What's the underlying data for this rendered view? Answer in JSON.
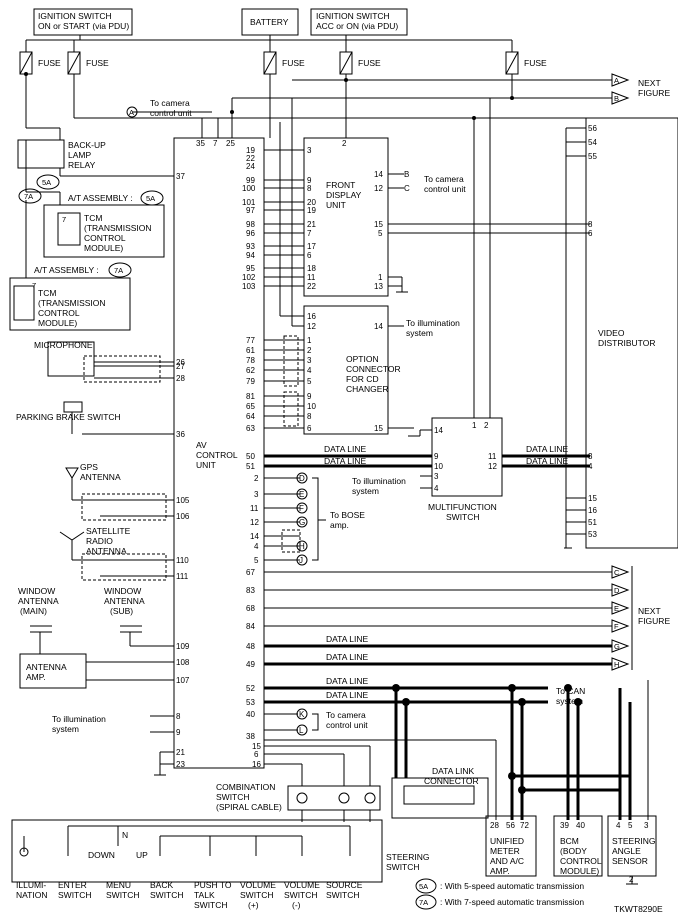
{
  "top": {
    "ign_on_start": [
      "IGNITION SWITCH",
      "ON or START (via PDU)"
    ],
    "battery": "BATTERY",
    "ign_acc_on": [
      "IGNITION SWITCH",
      "ACC or ON (via PDU)"
    ],
    "fuse": "FUSE",
    "next_figure": [
      "NEXT",
      "FIGURE"
    ],
    "conn_A": "A",
    "conn_B": "B"
  },
  "left": {
    "camera_label": [
      "To camera",
      "control unit"
    ],
    "relay": [
      "BACK-UP",
      "LAMP",
      "RELAY"
    ],
    "conn_5A": "5A",
    "conn_7A": "7A",
    "at_assembly_5A": "A/T ASSEMBLY :",
    "at_assembly_7A": "A/T ASSEMBLY :",
    "tcm1": [
      "TCM",
      "(TRANSMISSION",
      "CONTROL",
      "MODULE)"
    ],
    "tcm2": [
      "TCM",
      "(TRANSMISSION",
      "CONTROL",
      "MODULE)"
    ],
    "pin7": "7",
    "microphone": "MICROPHONE",
    "parking_brake": "PARKING BRAKE SWITCH",
    "gps": [
      "GPS",
      "ANTENNA"
    ],
    "satellite": [
      "SATELLITE",
      "RADIO",
      "ANTENNA"
    ],
    "window_main": [
      "WINDOW",
      "ANTENNA",
      "(MAIN)"
    ],
    "window_sub": [
      "WINDOW",
      "ANTENNA",
      "(SUB)"
    ],
    "antenna_amp": [
      "ANTENNA",
      "AMP."
    ],
    "to_illum": [
      "To illumination",
      "system"
    ]
  },
  "av_unit": {
    "name": [
      "AV",
      "CONTROL",
      "UNIT"
    ],
    "top_pins": [
      "35",
      "7",
      "25"
    ],
    "left_pins": [
      "37",
      "26",
      "28",
      "27",
      "36",
      "105",
      "106",
      "110",
      "111",
      "109",
      "108",
      "107",
      "8",
      "9",
      "21",
      "23"
    ],
    "right_pins": [
      "19",
      "22",
      "24",
      "99",
      "100",
      "101",
      "97",
      "98",
      "96",
      "93",
      "94",
      "95",
      "102",
      "103",
      "77",
      "61",
      "78",
      "62",
      "79",
      "81",
      "65",
      "64",
      "63",
      "50",
      "51",
      "2",
      "3",
      "11",
      "12",
      "14",
      "4",
      "5",
      "67",
      "83",
      "68",
      "84",
      "48",
      "49",
      "52",
      "53",
      "40",
      "38",
      "15",
      "6",
      "16"
    ]
  },
  "front_display": {
    "name": [
      "FRONT",
      "DISPLAY",
      "UNIT"
    ],
    "pins": [
      "2",
      "3",
      "9",
      "8",
      "20",
      "19",
      "21",
      "7",
      "17",
      "6",
      "18",
      "11",
      "22",
      "14",
      "12",
      "15",
      "5",
      "1",
      "13"
    ],
    "camera": [
      "To camera",
      "control unit"
    ]
  },
  "option_connector": {
    "name": [
      "OPTION",
      "CONNECTOR",
      "FOR CD",
      "CHANGER"
    ],
    "pins": [
      "16",
      "12",
      "1",
      "2",
      "3",
      "4",
      "5",
      "9",
      "10",
      "8",
      "6",
      "14",
      "15"
    ],
    "illum": [
      "To illumination",
      "system"
    ]
  },
  "multifunction": {
    "name": [
      "MULTIFUNCTION",
      "SWITCH"
    ],
    "pins": [
      "14",
      "1",
      "2",
      "9",
      "10",
      "3",
      "4",
      "11",
      "12"
    ],
    "illum": [
      "To illumination",
      "system"
    ]
  },
  "data_line": "DATA LINE",
  "bose": [
    "To BOSE",
    "amp."
  ],
  "conn_letters": [
    "B",
    "C",
    "D",
    "E",
    "F",
    "G",
    "H",
    "J",
    "K",
    "L"
  ],
  "next_conns": [
    "C",
    "D",
    "E",
    "F",
    "G",
    "H"
  ],
  "video": {
    "name": [
      "VIDEO",
      "DISTRIBUTOR"
    ],
    "pins_top": [
      "56",
      "54",
      "55"
    ],
    "pins_mid": [
      "8",
      "6",
      "3",
      "4"
    ],
    "pins_bot": [
      "15",
      "16",
      "51",
      "53"
    ]
  },
  "can": [
    "To CAN",
    "system"
  ],
  "camera2": [
    "To camera",
    "control unit"
  ],
  "data_link": [
    "DATA LINK",
    "CONNECTOR"
  ],
  "combination": [
    "COMBINATION",
    "SWITCH",
    "(SPIRAL CABLE)"
  ],
  "bottom_units": {
    "meter": {
      "pins": [
        "28",
        "56",
        "72"
      ],
      "name": [
        "UNIFIED",
        "METER",
        "AND A/C",
        "AMP."
      ]
    },
    "bcm": {
      "pins": [
        "39",
        "40"
      ],
      "name": [
        "BCM",
        "(BODY",
        "CONTROL",
        "MODULE)"
      ]
    },
    "steering_angle": {
      "pins": [
        "4",
        "5",
        "3"
      ],
      "name": [
        "STEERING",
        "ANGLE",
        "SENSOR"
      ],
      "gnd_pin": "2"
    }
  },
  "steering_switch": {
    "name": [
      "STEERING",
      "SWITCH"
    ],
    "down": "DOWN",
    "n": "N",
    "up": "UP",
    "labels": [
      [
        "ILLUMI-",
        "NATION"
      ],
      [
        "ENTER",
        "SWITCH"
      ],
      [
        "MENU",
        "SWITCH"
      ],
      [
        "BACK",
        "SWITCH"
      ],
      [
        "PUSH TO",
        "TALK",
        "SWITCH"
      ],
      [
        "VOLUME",
        "SWITCH",
        "(+)"
      ],
      [
        "VOLUME",
        "SWITCH",
        "(-)"
      ],
      [
        "SOURCE",
        "SWITCH"
      ]
    ]
  },
  "legend": {
    "r5A": ": With 5-speed automatic transmission",
    "r7A": ": With 7-speed automatic transmission"
  },
  "code": "TKWT8290E"
}
